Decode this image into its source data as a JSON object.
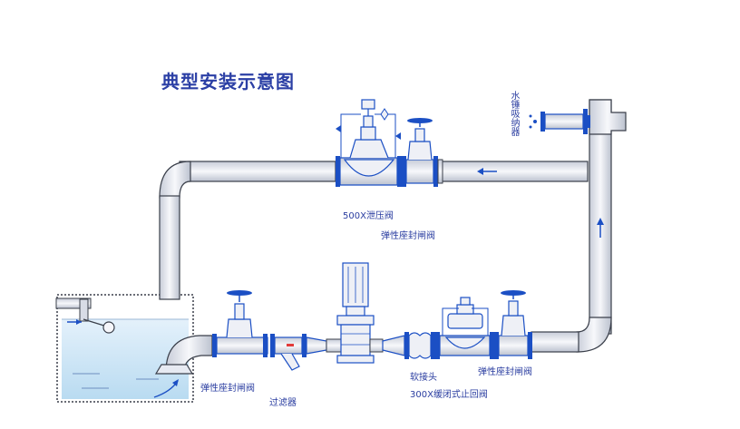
{
  "title": "典型安装示意图",
  "labels": {
    "pressure_relief_valve": "500X泄压阀",
    "gate_valve_top": "弹性座封闸阀",
    "air_chamber": "水锤吸纳器",
    "gate_valve_inlet": "弹性座封闸阀",
    "strainer": "过滤器",
    "flex_joint": "软接头",
    "check_valve": "300X缓闭式止回阀",
    "gate_valve_outlet": "弹性座封闸阀"
  },
  "colors": {
    "pipe_fill": "#eef0f6",
    "pipe_stroke": "#3a3f4a",
    "valve_blue": "#1b4fc4",
    "water": "#cfe6f6",
    "arrow": "#1b4fc4",
    "title": "#2b3fa5"
  }
}
